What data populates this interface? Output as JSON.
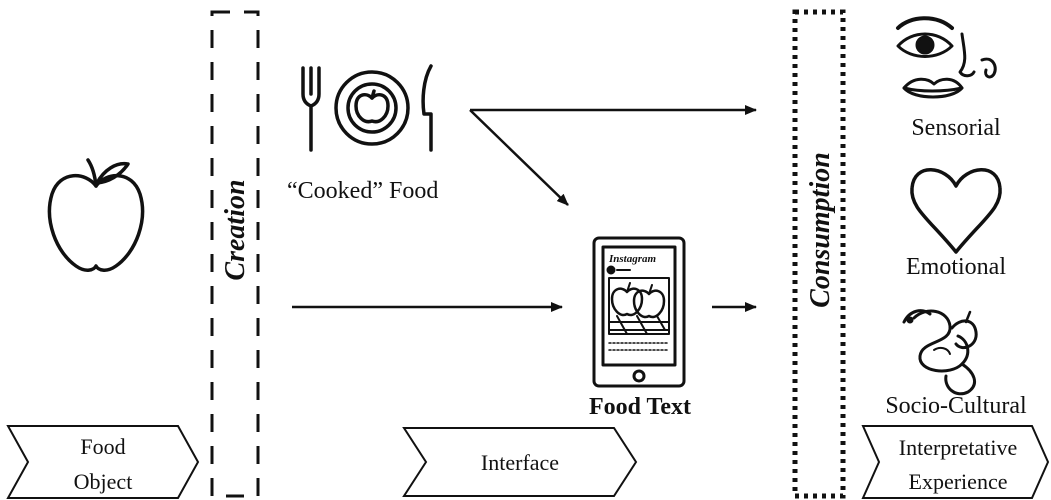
{
  "stages": {
    "creation": "Creation",
    "consumption": "Consumption"
  },
  "labels": {
    "cooked_food": "“Cooked” Food",
    "food_text": "Food Text",
    "instagram": "Instagram"
  },
  "experiences": {
    "sensorial": "Sensorial",
    "emotional": "Emotional",
    "socio_cultural": "Socio-Cultural"
  },
  "chevrons": {
    "food_object_line1": "Food",
    "food_object_line2": "Object",
    "interface": "Interface",
    "interpretative_line1": "Interpretative",
    "interpretative_line2": "Experience"
  },
  "icons": {
    "apple": "apple-icon",
    "cooked_food": "plate-cutlery-icon",
    "phone": "phone-icon",
    "senses": "senses-icon",
    "heart": "heart-icon",
    "snake": "snake-apple-icon"
  },
  "colors": {
    "ink": "#111111",
    "background": "#ffffff"
  }
}
